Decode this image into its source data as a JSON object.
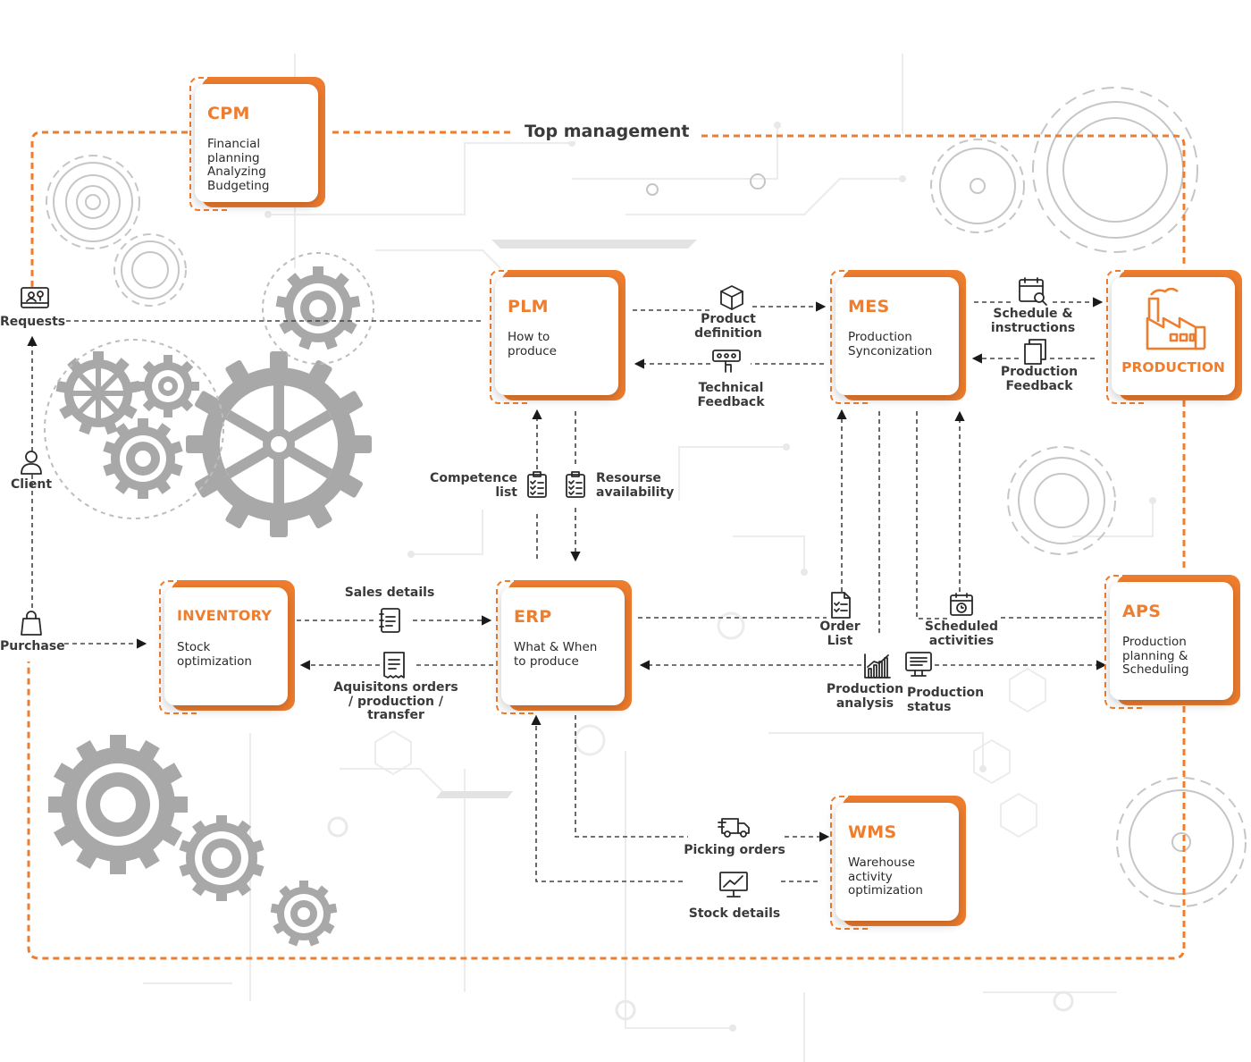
{
  "top_title": "Top management",
  "modules": {
    "cpm": {
      "title": "CPM",
      "desc": "Financial\nplanning\nAnalyzing\nBudgeting"
    },
    "plm": {
      "title": "PLM",
      "desc": "How to\nproduce"
    },
    "mes": {
      "title": "MES",
      "desc": "Production\nSynconization"
    },
    "production": {
      "title": "PRODUCTION"
    },
    "inventory": {
      "title": "INVENTORY",
      "desc": "Stock\noptimization"
    },
    "erp": {
      "title": "ERP",
      "desc": "What & When\nto produce"
    },
    "aps": {
      "title": "APS",
      "desc": "Production\nplanning &\nScheduling"
    },
    "wms": {
      "title": "WMS",
      "desc": "Warehouse\nactivity\noptimization"
    }
  },
  "left_flow": {
    "requests": "Requests",
    "client": "Client",
    "purchase": "Purchase"
  },
  "flows": {
    "product_definition": "Product\ndefinition",
    "technical_feedback": "Technical\nFeedback",
    "schedule_instructions": "Schedule &\ninstructions",
    "production_feedback": "Production\nFeedback",
    "competence_list": "Competence\nlist",
    "resourse_availability": "Resourse\navailability",
    "sales_details": "Sales details",
    "aquisitions_orders": "Aquisitons orders\n/ production /\ntransfer",
    "order_list": "Order\nList",
    "scheduled_activities": "Scheduled\nactivities",
    "production_analysis": "Production\nanalysis",
    "production_status": "Production\nstatus",
    "picking_orders": "Picking orders",
    "stock_details": "Stock details"
  },
  "colors": {
    "accent": "#ef7d2e",
    "text": "#3a3a3a",
    "gear": "#a8a8a8",
    "background_lines": "#e6e6e6"
  }
}
